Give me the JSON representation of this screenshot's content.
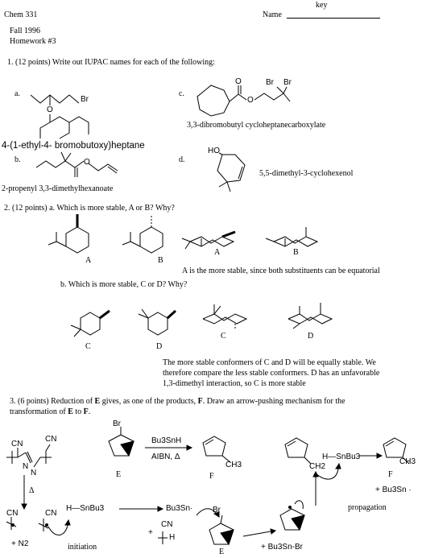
{
  "header": {
    "course": "Chem 331",
    "name_label": "Name",
    "name_value": "key",
    "term": "Fall 1996",
    "assignment": "Homework #3"
  },
  "q1": {
    "prompt": "1. (12 points) Write out IUPAC names for each of the following:",
    "a_label": "a.",
    "a_answer": "4-(1-ethyl-4- bromobutoxy)heptane",
    "a_atom_O": "O",
    "a_atom_Br": "Br",
    "b_label": "b.",
    "b_answer": "2-propenyl 3,3-dimethylhexanoate",
    "b_atom_O": "O",
    "c_label": "c.",
    "c_answer": "3,3-dibromobutyl cycloheptanecarboxylate",
    "c_atom_O1": "O",
    "c_atom_O2": "O",
    "c_atom_Br1": "Br",
    "c_atom_Br2": "Br",
    "d_label": "d.",
    "d_answer": "5,5-dimethyl-3-cyclohexenol",
    "d_atom_HO": "HO"
  },
  "q2": {
    "prompt_a": "2. (12 points) a. Which is more stable,  A or B?  Why?",
    "A": "A",
    "B": "B",
    "answer_a": "A is the more stable, since both substituents can be equatorial",
    "prompt_b": "b. Which is more stable,  C or D?  Why?",
    "C": "C",
    "D": "D",
    "answer_b_1": "The more stable conformers of C and D will be equally stable.  We",
    "answer_b_2": "therefore compare the less stable conformers.  D has an unfavorable",
    "answer_b_3": "1,3-dimethyl interaction, so C is more stable"
  },
  "q3": {
    "prompt_1a": "3.  (6 points)  Reduction of ",
    "E": "E",
    "prompt_1b": " gives, as one of the products,  ",
    "F": "F",
    "prompt_1c": ".  Draw an arrow-pushing mechanism for the",
    "prompt_2a": "transformation of ",
    "prompt_2b": " to ",
    "prompt_2c": ".",
    "reagent_top": "Bu3SnH",
    "reagent_bottom": "AIBN, Δ",
    "label_E": "E",
    "label_F": "F",
    "label_E2": "E",
    "label_F2": "F",
    "Br": "Br",
    "Br2": "Br",
    "CH3": "CH3",
    "CH3_2": "CH3",
    "CH2": "CH2",
    "CN1": "CN",
    "CN2": "CN",
    "CN3": "CN",
    "CN4": "CN",
    "CN5": "CN",
    "N1": "N",
    "N2": "N",
    "delta": "Δ",
    "N2_byproduct": "+ N2",
    "H_SnBu3_a": "H—SnBu3",
    "H_SnBu3_b": "H—SnBu3",
    "Bu3Sn_rad": "Bu3Sn·",
    "H_atom": "H",
    "plus_sym": "+",
    "plus_Bu3SnBr": "+ Bu3Sn-Br",
    "plus_Bu3Sn_rad": "+ Bu3Sn ·",
    "initiation": "initiation",
    "propagation": "propagation"
  }
}
